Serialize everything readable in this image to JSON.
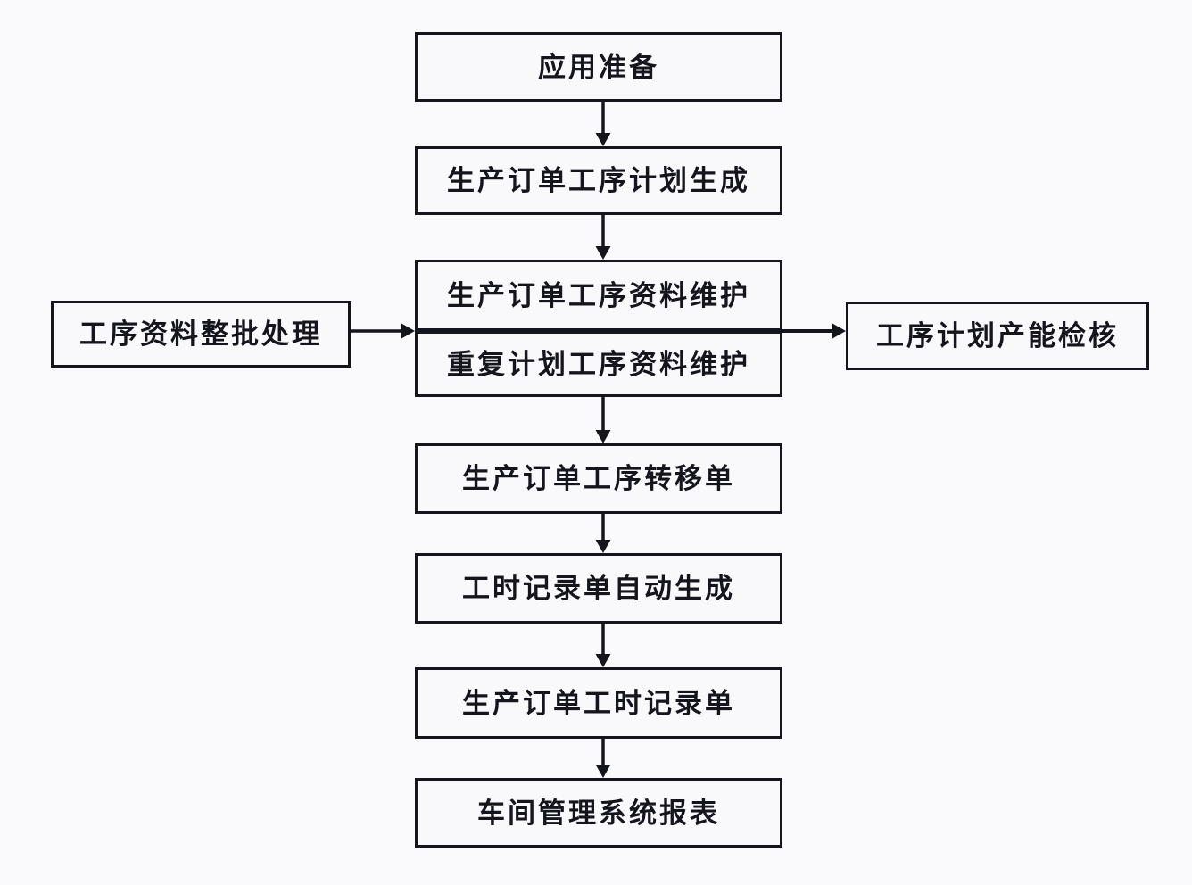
{
  "diagram": {
    "type": "flowchart",
    "colors": {
      "background": "#fafafc",
      "box_fill": "#f9f9fb",
      "line": "#15151e",
      "text": "#15151e"
    },
    "nodes": {
      "app_prep": {
        "label": "应用准备"
      },
      "plan_gen": {
        "label": "生产订单工序计划生成"
      },
      "order_data_maint": {
        "label": "生产订单工序资料维护"
      },
      "repeat_plan_maint": {
        "label": "重复计划工序资料维护"
      },
      "batch_process": {
        "label": "工序资料整批处理"
      },
      "capacity_check": {
        "label": "工序计划产能检核"
      },
      "transfer_order": {
        "label": "生产订单工序转移单"
      },
      "timesheet_auto_gen": {
        "label": "工时记录单自动生成"
      },
      "order_timesheet": {
        "label": "生产订单工时记录单"
      },
      "workshop_reports": {
        "label": "车间管理系统报表"
      }
    },
    "edges": [
      {
        "from": "app_prep",
        "to": "plan_gen",
        "direction": "down"
      },
      {
        "from": "plan_gen",
        "to": "order_data_maint",
        "direction": "down"
      },
      {
        "from": "batch_process",
        "to": "order_data_maint",
        "direction": "right"
      },
      {
        "from": "order_data_maint",
        "to": "capacity_check",
        "direction": "right"
      },
      {
        "from": "repeat_plan_maint",
        "to": "transfer_order",
        "direction": "down"
      },
      {
        "from": "transfer_order",
        "to": "timesheet_auto_gen",
        "direction": "down"
      },
      {
        "from": "timesheet_auto_gen",
        "to": "order_timesheet",
        "direction": "down"
      },
      {
        "from": "order_timesheet",
        "to": "workshop_reports",
        "direction": "down"
      }
    ]
  }
}
